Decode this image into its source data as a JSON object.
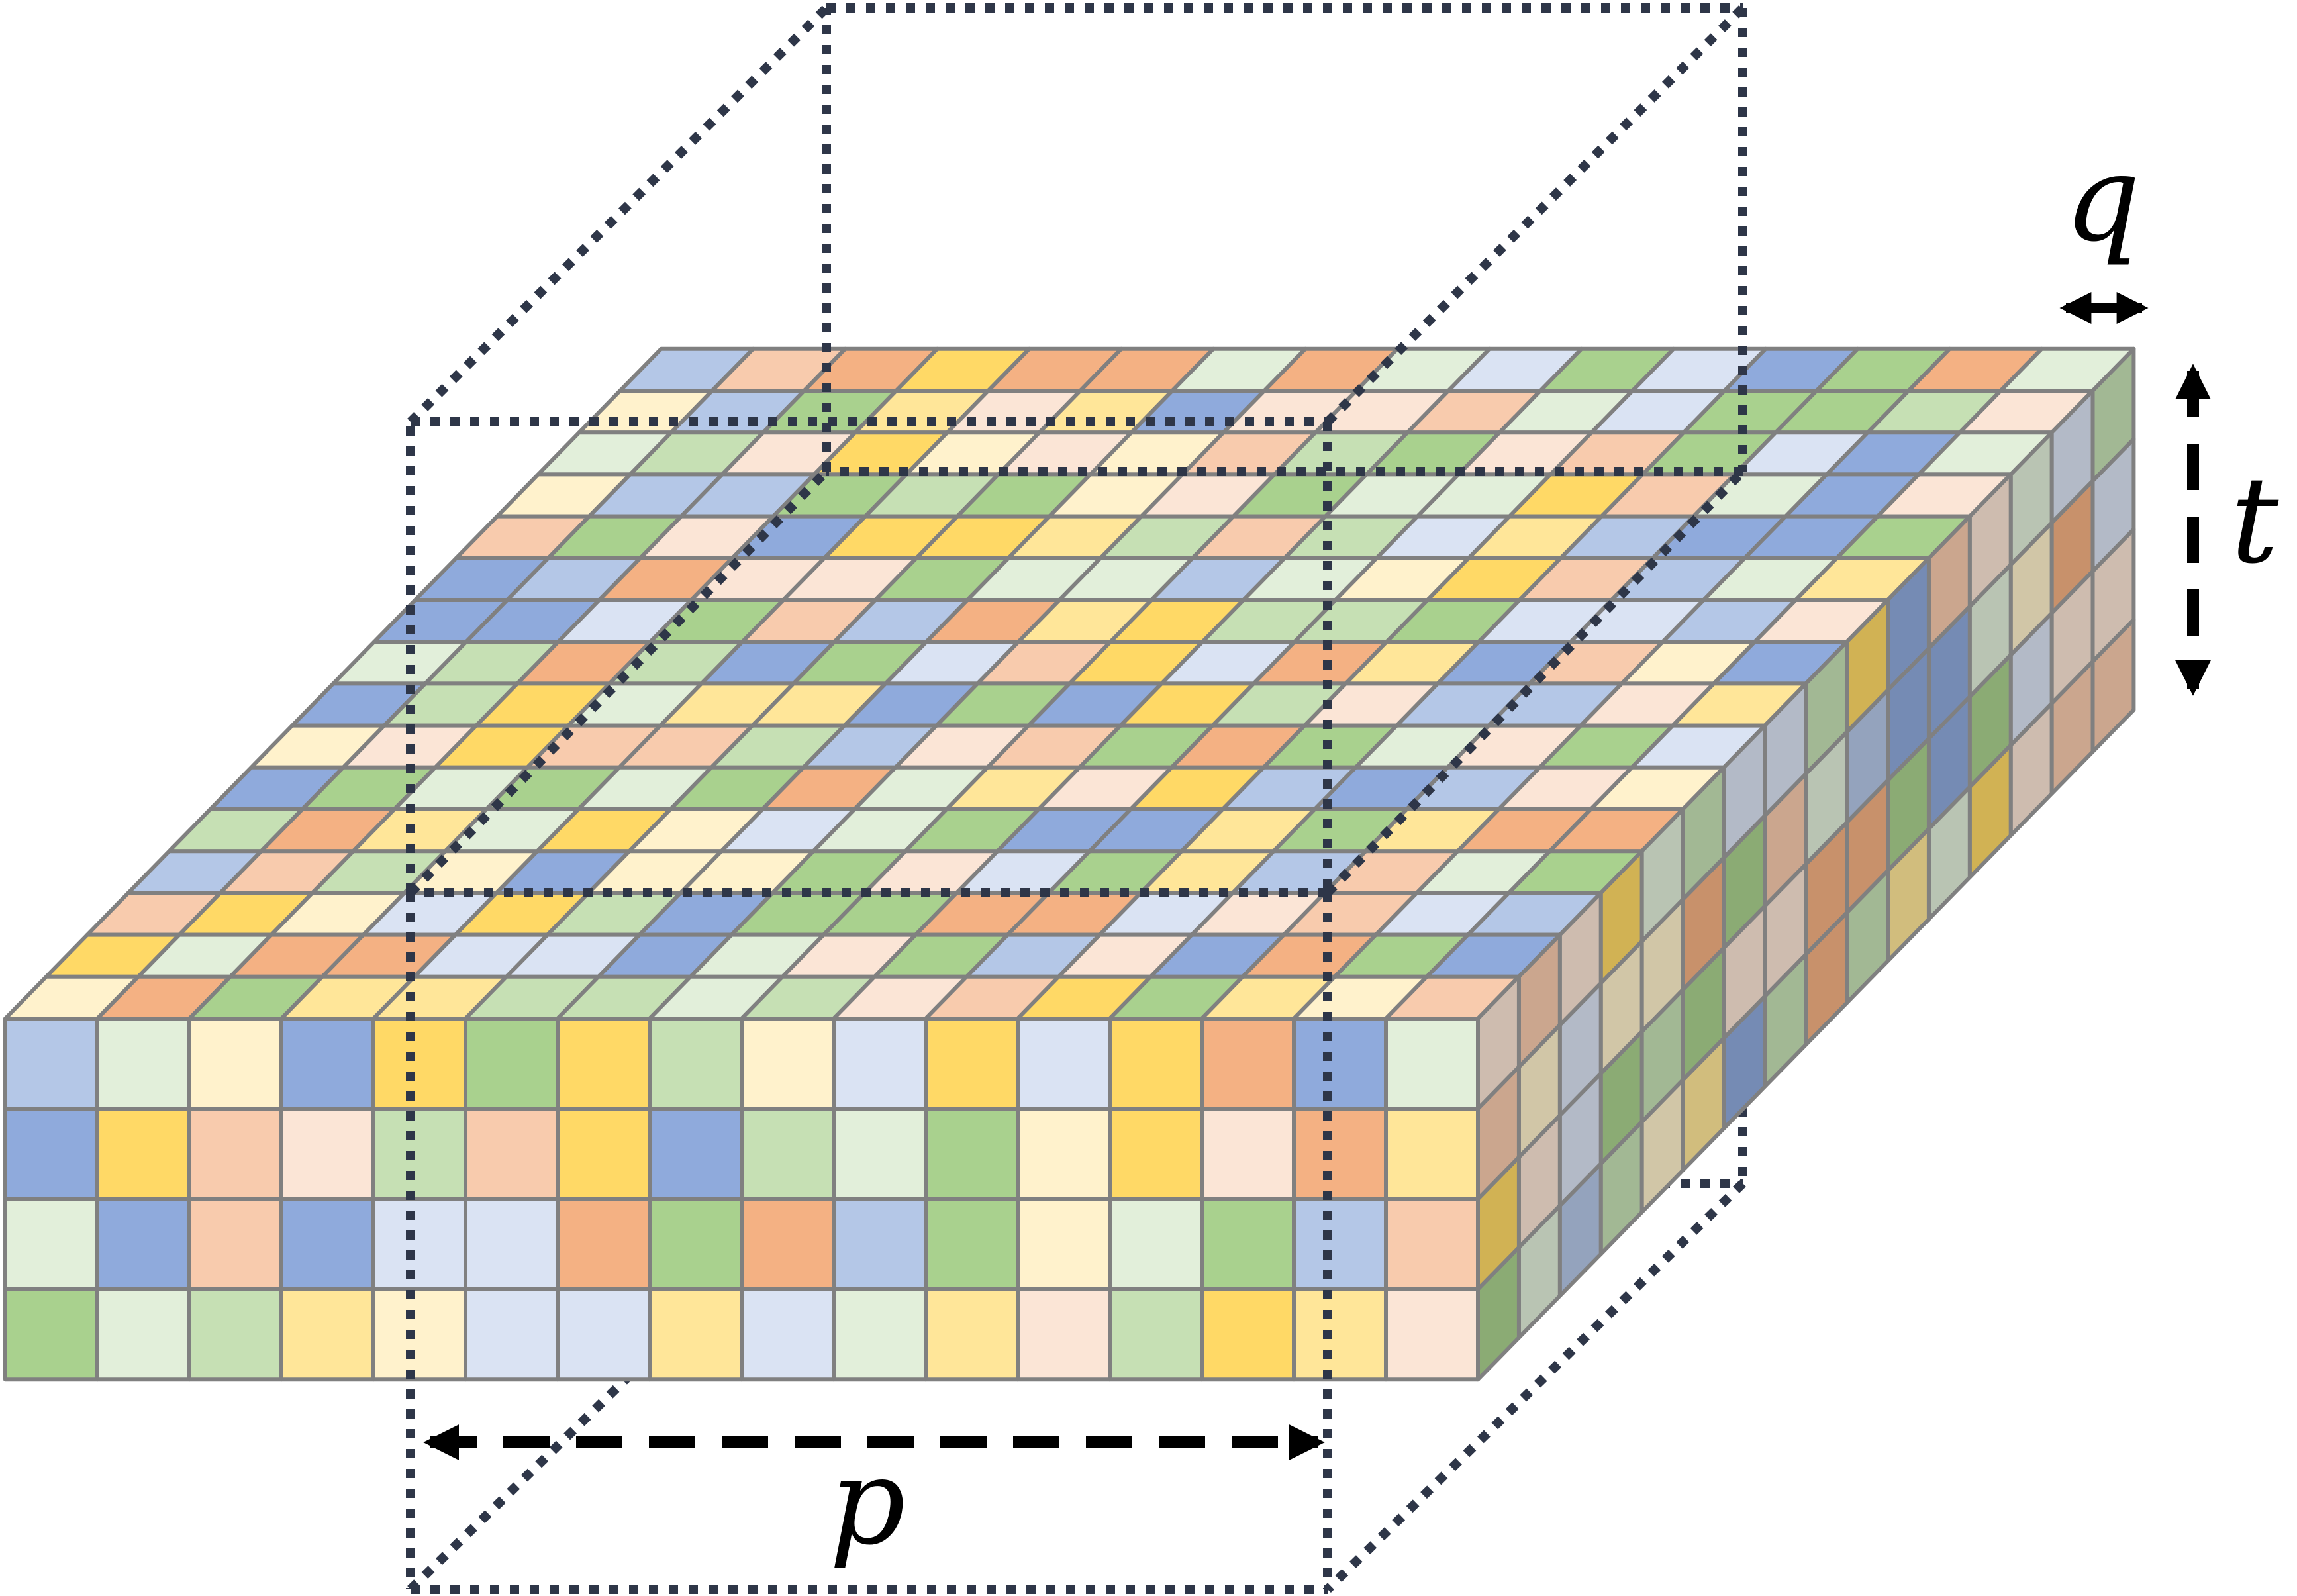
{
  "labels": {
    "p": "p",
    "q": "q",
    "t": "t"
  },
  "grid": {
    "columns": 16,
    "rows": 16,
    "layers": 4
  },
  "colors": {
    "cell_stroke": "#808080",
    "dotted_box": "#2e3648",
    "arrow": "#000000",
    "palette": [
      "#c6e0b4",
      "#f8cbad",
      "#a9d18e",
      "#e2efda",
      "#f4b183",
      "#8faadc",
      "#ffe699",
      "#dae3f3",
      "#fbe5d6",
      "#fff2cc",
      "#b4c7e7",
      "#ffd966"
    ]
  }
}
